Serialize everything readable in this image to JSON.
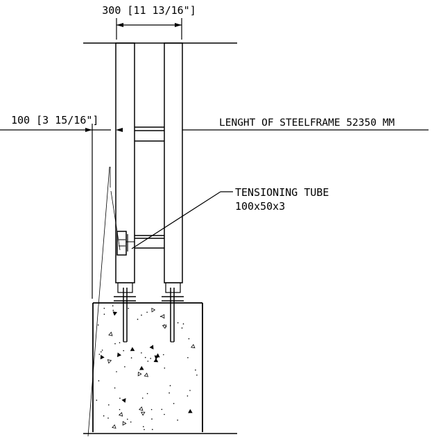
{
  "dimensions": {
    "top_width": "300 [11 13/16\"]",
    "side_offset": "100 [3 15/16\"]"
  },
  "annotations": {
    "steelframe_length": "LENGHT OF STEELFRAME 52350 MM",
    "tube_name": "TENSIONING TUBE",
    "tube_size": "100x50x3"
  },
  "colors": {
    "line": "#000000",
    "background": "#ffffff"
  }
}
